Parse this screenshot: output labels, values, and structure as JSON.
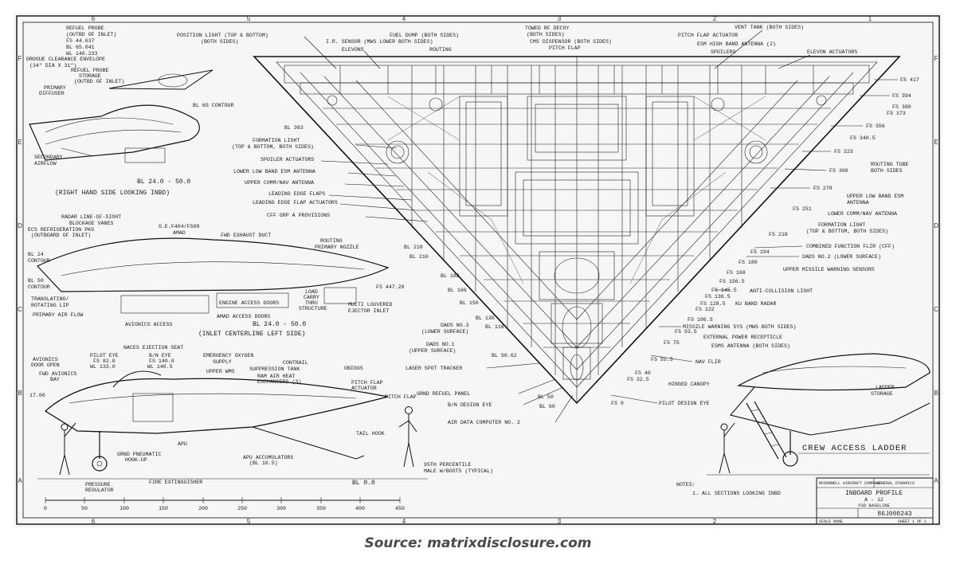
{
  "border": {
    "top_zones": [
      "6",
      "5",
      "4",
      "3",
      "2",
      "1"
    ],
    "bottom_zones": [
      "6",
      "5",
      "4",
      "3",
      "2"
    ],
    "side_zones": [
      "F",
      "E",
      "D",
      "C",
      "B",
      "A"
    ]
  },
  "views": {
    "nose_right": {
      "title": "BL 24.0 - 50.0",
      "subtitle": "(RIGHT HAND SIDE LOOKING INBD)",
      "labels": {
        "refuel_probe": "REFUEL PROBE",
        "outbd_inlet": "(OUTBD OF INLET)",
        "fs": "FS 44.637",
        "bl": "BL 65.041",
        "wl": "WL 140.233",
        "drogue": "DROGUE CLEARANCE ENVELOPE",
        "drogue_dia": "(34\" DIA X 31\")",
        "probe_storage": "REFUEL PROBE",
        "storage": "STORAGE",
        "storage_outbd": "(OUTBD OF INLET)",
        "primary": "PRIMARY",
        "diffuser": "DIFFUSER",
        "bl65": "BL 65 CONTOUR",
        "secondary": "SECONDARY",
        "airflow": "AIRFLOW"
      }
    },
    "inlet": {
      "title": "BL 24.0 - 50.0",
      "subtitle": "(INLET CENTERLINE LEFT SIDE)",
      "labels": {
        "radar": "RADAR LINE-OF-SIGHT",
        "blockage": "BLOCKAGE VANES",
        "ecs": "ECS REFRIGERATION PKG",
        "ecs_outbd": "(OUTBOARD OF INLET)",
        "engine": "G.E.F404/F508",
        "amad": "AMAD",
        "exhaust": "FWD EXHAUST DUCT",
        "routing": "ROUTING",
        "nozzle": "PRIMARY NOZZLE",
        "bl24": "BL 24",
        "contour": "CONTOUR",
        "bl50": "BL 50",
        "contour2": "CONTOUR",
        "translating": "TRANSLATING/",
        "rotating_lip": "ROTATING LIP",
        "primary_air": "PRIMARY AIR FLOW",
        "avionics_access": "AVIONICS ACCESS",
        "engine_doors": "ENGINE ACCESS DOORS",
        "amad_doors": "AMAD ACCESS DOORS",
        "fs447": "FS 447.28",
        "load": "LOAD",
        "carry": "CARRY",
        "thru": "THRU",
        "structure": "STRUCTURE",
        "ejector": "MULTI LOUVERED",
        "ejector2": "EJECTOR INLET"
      }
    },
    "fuselage": {
      "title": "BL 0.0",
      "labels": {
        "avionics_door": "AVIONICS",
        "door_open": "DOOR OPEN",
        "fwd_avionics": "FWD AVIONICS",
        "bay": "BAY",
        "seat": "NACES EJECTION SEAT",
        "pilot_eye": "PILOT EYE",
        "b_n_eye": "B/N EYE",
        "fs_a": "FS 82.0",
        "fs_b": "FS 140.0",
        "wl_a": "WL 133.0",
        "wl_b": "WL 140.5",
        "oxygen": "EMERGENCY OXYGEN",
        "supply": "SUPPLY",
        "upper_wms": "UPPER WMS",
        "contrail": "CONTRAIL",
        "suppression": "SUPPRESSION TANK",
        "ram_air": "RAM AIR HEAT",
        "exchangers": "EXCHANGERS (3)",
        "obiggs": "OBIGGS",
        "pitch_actuator": "PITCH FLAP",
        "actuator": "ACTUATOR",
        "pitch_flap": "PITCH FLAP",
        "wl": "17.00",
        "apu": "APU",
        "grnd_pneumatic": "GRND PNEUMATIC",
        "hookup": "HOOK-UP",
        "accumulators": "APU ACCUMULATORS",
        "bl_105": "(BL 10.5)",
        "tail_hook": "TAIL HOOK",
        "percentile": "95TH PERCENTILE",
        "male": "MALE W/BOOTS (TYPICAL)",
        "pressure": "PRESSURE",
        "regulator": "REGULATOR",
        "extinguisher": "FIRE EXTINGUISHER"
      }
    },
    "plan": {
      "left_labels": {
        "position_light": "POSITION LIGHT (TOP & BOTTOM)",
        "both_sides": "(BOTH SIDES)",
        "ir_sensor": "I.R. SENSOR (MWS LOWER BOTH SIDES)",
        "elevons": "ELEVONS",
        "routing": "ROUTING",
        "fuel_dump": "FUEL DUMP (BOTH SIDES)",
        "towed": "TOWED RF DECOY",
        "towed_sides": "(BOTH SIDES)",
        "cms": "CMS DISPENSOR (BOTH SIDES)",
        "pitch_flap": "PITCH FLAP",
        "bl363": "BL 363",
        "formation": "FORMATION LIGHT",
        "formation2": "(TOP & BOTTOM, BOTH SIDES)",
        "spoiler_act": "SPOILER ACTUATORS",
        "lower_esm": "LOWER LOW BAND ESM ANTENNA",
        "upper_comm": "UPPER COMM/NAV ANTENNA",
        "le_flaps": "LEADING EDGE FLAPS",
        "le_act": "LEADING EDGE FLAP ACTUATORS",
        "cff": "CFF GRP A PROVISIONS",
        "bl218": "BL 218",
        "bl210": "BL 210",
        "bl182": "BL 182",
        "bl166": "BL 166",
        "bl150": "BL 150",
        "bl130": "BL 130",
        "bl116": "BL 116",
        "dads3": "DADS NO.3",
        "dads3b": "(LOWER SURFACE)",
        "dads1": "DADS NO.1",
        "dads1b": "(UPPER SURFACE)",
        "bl9062": "BL 90.62",
        "laser": "LASER SPOT TRACKER",
        "refuel_panel": "GRND REFUEL PANEL",
        "bn_eye": "B/N DESIGN EYE",
        "air_data": "AIR DATA COMPUTER NO. 2",
        "bl50": "BL 50",
        "bl60": "BL 60"
      },
      "right_labels": {
        "vent": "VENT TANK (BOTH SIDES)",
        "pitch_act": "PITCH FLAP ACTUATOR",
        "esm_high": "ESM HIGH BAND ANTENNA (2)",
        "spoilers": "SPOILERS",
        "elevon_act": "ELEVON ACTUATORS",
        "fs417": "FS 417",
        "fs394": "FS 394",
        "fs380": "FS 380",
        "fs373": "FS 373",
        "fs356": "FS 356",
        "fs3405": "FS 340.5",
        "fs323": "FS 323",
        "fs300": "FS 300",
        "routing_tube": "ROUTING TUBE",
        "routing_tube2": "BOTH SIDES",
        "fs278": "FS 278",
        "upper_esm": "UPPER LOW BAND ESM",
        "antenna": "ANTENNA",
        "fs251": "FS 251",
        "lower_comm": "LOWER COMM/NAV ANTENNA",
        "form": "FORMATION LIGHT",
        "form2": "(TOP & BOTTOM, BOTH SIDES)",
        "fs218": "FS 218",
        "cff": "COMBINED FUNCTION FLIR (CFF)",
        "fs194": "FS 194",
        "dads2": "DADS NO.2 (LOWER SURFACE)",
        "fs180": "FS 180",
        "fs168": "FS 168",
        "upper_missile": "UPPER MISSILE WARNING SENSORS",
        "fs1565": "FS 156.5",
        "fs1455": "FS 145.5",
        "anti": "ANTI-COLLISION LIGHT",
        "fs1365": "FS 136.5",
        "fs1285": "FS 128.5",
        "ku": "KU BAND RADAR",
        "fs122": "FS 122",
        "fs1065": "FS 106.5",
        "missile": "MISSILE WARNING SYS (MWS BOTH SIDES)",
        "fs935": "FS 93.5",
        "ext_power": "EXTERNAL POWER RECEPTICLE",
        "fs75": "FS 75",
        "esms": "ESMS ANTENNA (BOTH SIDES)",
        "fs555": "FS 55.5",
        "nav_flir": "NAV FLIR",
        "fs40": "FS 40",
        "fs325": "FS 32.5",
        "canopy": "HINGED CANOPY",
        "fs0": "FS 0",
        "pilot_eye": "PILOT DESIGN EYE"
      }
    },
    "ladder": {
      "title": "CREW ACCESS LADDER",
      "ladder_storage": "LADDER",
      "storage": "STORAGE"
    }
  },
  "scale": {
    "ticks": [
      "0",
      "50",
      "100",
      "150",
      "200",
      "250",
      "300",
      "350",
      "400",
      "450"
    ]
  },
  "notes": {
    "heading": "NOTES:",
    "line1": "1. ALL SECTIONS LOOKING INBD"
  },
  "title_block": {
    "company1": "MCDONNELL AIRCRAFT COMPANY",
    "company2": "GENERAL DYNAMICS",
    "title": "INBOARD PROFILE",
    "model": "A - 12",
    "baseline": "FSD BASELINE",
    "dwg_no": "86J000243",
    "scale": "SCALE NONE",
    "sheet": "SHEET 1 OF 1"
  },
  "caption": "Source: matrixdisclosure.com"
}
